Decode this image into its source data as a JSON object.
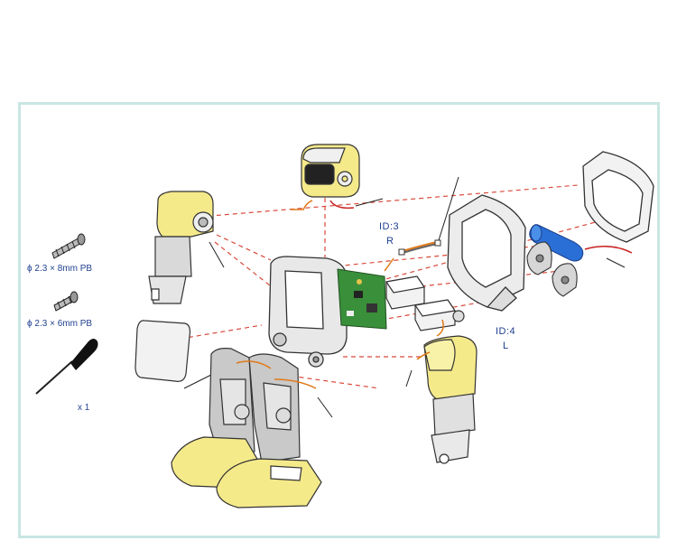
{
  "parts": {
    "screw_long": "2.3 × 8mm PB",
    "screw_short": "2.3 × 6mm PB",
    "screwdriver_qty": "x 1",
    "phi_symbol": "ϕ"
  },
  "servo_labels": {
    "right_id": "ID:3",
    "right_side": "R",
    "left_id": "ID:4",
    "left_side": "L"
  },
  "colors": {
    "frame_border": "#c9e6e3",
    "part_yellow": "#f5ea8a",
    "part_gray": "#c9c9c9",
    "pcb_green": "#3a8f3a",
    "battery_blue": "#2a6fd6",
    "assembly_line": "#d84a3a",
    "label_blue": "#1f3f8f"
  }
}
